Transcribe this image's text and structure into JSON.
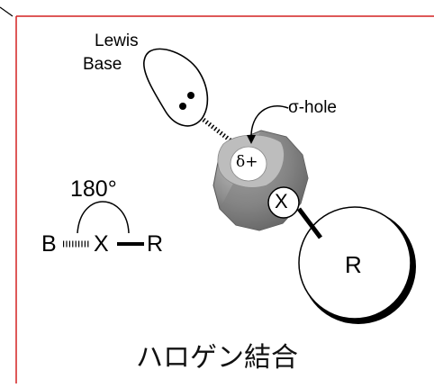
{
  "frame": {
    "color": "#d42020"
  },
  "lewis_base": {
    "line1": "Lewis",
    "line2": "Base"
  },
  "sigma_hole": {
    "label": "σ-hole",
    "charge": "δ+"
  },
  "halogen_atom": {
    "label": "X"
  },
  "r_group": {
    "label": "R"
  },
  "geometry": {
    "angle": "180°",
    "b": "B",
    "x": "X",
    "r": "R"
  },
  "title": "ハロゲン結合"
}
